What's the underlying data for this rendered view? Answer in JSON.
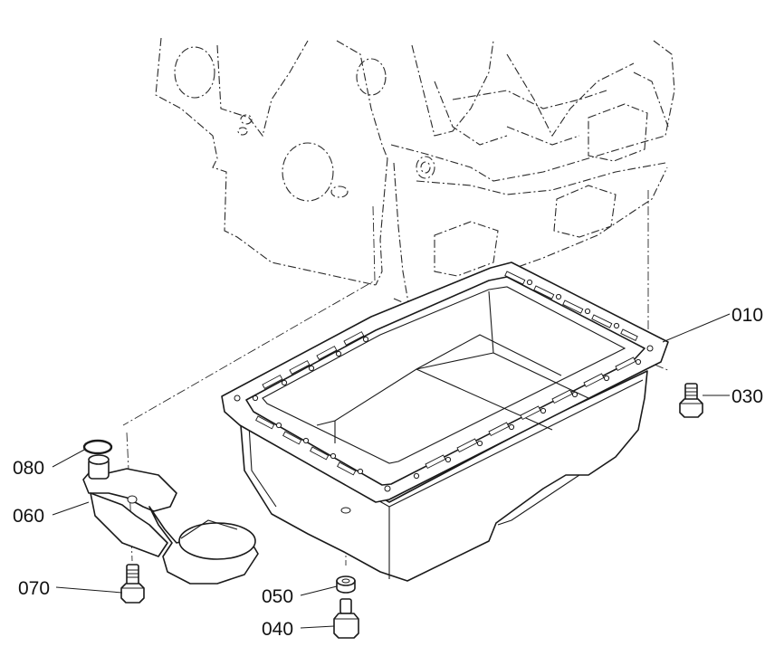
{
  "callouts": [
    {
      "id": "010",
      "label": "010"
    },
    {
      "id": "030",
      "label": "030"
    },
    {
      "id": "040",
      "label": "040"
    },
    {
      "id": "050",
      "label": "050"
    },
    {
      "id": "060",
      "label": "060"
    },
    {
      "id": "070",
      "label": "070"
    },
    {
      "id": "080",
      "label": "080"
    }
  ]
}
